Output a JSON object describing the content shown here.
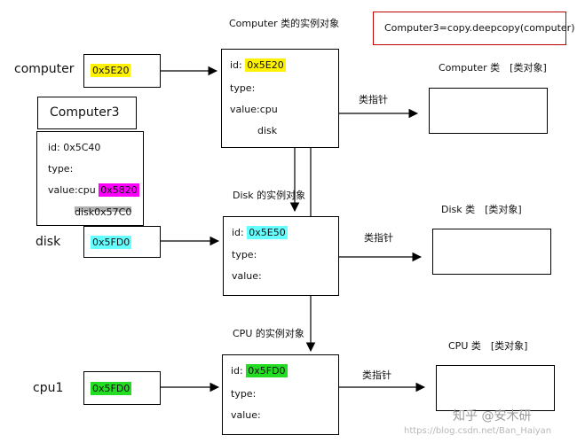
{
  "formula": {
    "text": "Computer3=copy.deepcopy(computer)"
  },
  "computer_var": {
    "name": "computer",
    "ref": "0x5E20",
    "ref_color": "#fff200"
  },
  "computer3": {
    "label": "Computer3",
    "id_line": "id: 0x5C40",
    "type_line": "type:",
    "value_prefix": "value:cpu ",
    "cpu_ref": "0x5820",
    "cpu_color": "#ff00ff",
    "disk_line": "disk0x57C0",
    "disk_color": "#b0b0b0"
  },
  "computer_instance": {
    "title": "Computer 类的实例对象",
    "id_prefix": "id: ",
    "id_value": "0x5E20",
    "id_color": "#fff200",
    "type_line": "type:",
    "value_line": "value:cpu",
    "disk_line": "disk"
  },
  "computer_class": {
    "title": "Computer 类　[类对象]",
    "pointer": "类指针"
  },
  "disk_var": {
    "name": "disk",
    "ref": "0x5FD0",
    "ref_color": "#66ffff"
  },
  "disk_instance": {
    "title": "Disk 的实例对象",
    "id_prefix": "id: ",
    "id_value": "0x5E50",
    "id_color": "#66ffff",
    "type_line": "type:",
    "value_line": "value:"
  },
  "disk_class": {
    "title": "Disk 类　[类对象]",
    "pointer": "类指针"
  },
  "cpu_var": {
    "name": "cpu1",
    "ref": "0x5FD0",
    "ref_color": "#22dd22"
  },
  "cpu_instance": {
    "title": "CPU 的实例对象",
    "id_prefix": "id: ",
    "id_value": "0x5FD0",
    "id_color": "#22dd22",
    "type_line": "type:",
    "value_line": "value:"
  },
  "cpu_class": {
    "title": "CPU 类　[类对象]",
    "pointer": "类指针"
  },
  "watermark": {
    "text": "知乎 @安木研",
    "url_text": "https://blog.csdn.net/Ban_Haiyan"
  },
  "colors": {
    "formula_border": "#c00000",
    "line": "#000000"
  }
}
